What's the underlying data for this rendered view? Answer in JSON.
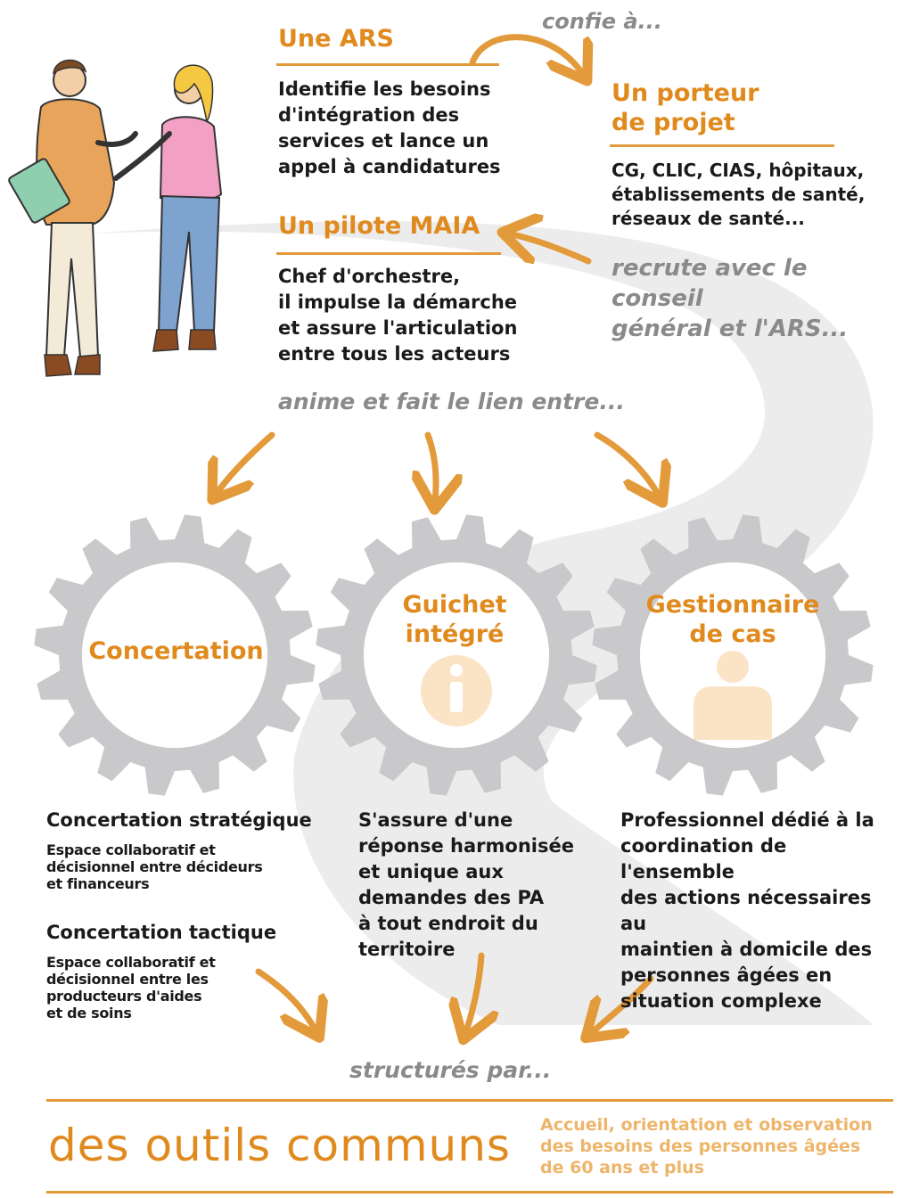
{
  "ars": {
    "title": "Une ARS",
    "text": "Identifie les besoins\nd'intégration des\nservices et lance un\nappel à candidatures",
    "arrow_label": "confie à..."
  },
  "porteur": {
    "title": "Un porteur\nde projet",
    "text": "CG, CLIC, CIAS, hôpitaux,\nétablissements de santé,\nréseaux de santé...",
    "arrow_label": "recrute avec le conseil\ngénéral et l'ARS..."
  },
  "pilote": {
    "title": "Un pilote MAIA",
    "text": "Chef d'orchestre,\nil impulse la démarche\net assure l'articulation\nentre tous les acteurs",
    "arrow_label": "anime et fait le lien entre..."
  },
  "gears": [
    {
      "label": "Concertation",
      "sections": [
        {
          "heading": "Concertation stratégique",
          "text": "Espace collaboratif et\ndécisionnel entre décideurs\net financeurs"
        },
        {
          "heading": "Concertation tactique",
          "text": "Espace collaboratif et\ndécisionnel entre les\nproducteurs d'aides\net de soins"
        }
      ]
    },
    {
      "label": "Guichet\nintégré",
      "icon": "info-icon",
      "text": "S'assure d'une\nréponse harmonisée\net unique aux\ndemandes des PA\nà tout endroit du\nterritoire"
    },
    {
      "label": "Gestionnaire\nde cas",
      "icon": "person-icon",
      "text": "Professionnel dédié à la\ncoordination de l'ensemble\ndes actions nécessaires au\nmaintien à domicile des\npersonnes âgées en\nsituation complexe"
    }
  ],
  "structures": {
    "arrow_label": "structurés par...",
    "title": "des outils communs",
    "text": "Accueil, orientation et observation\ndes besoins des personnes âgées\nde 60 ans et plus"
  },
  "colors": {
    "accent": "#e08a1e",
    "gear": "#c9c9cb",
    "road": "#e9e9ea",
    "muted_text": "#8a8a8a",
    "icon_fill": "#fbe3c6"
  }
}
